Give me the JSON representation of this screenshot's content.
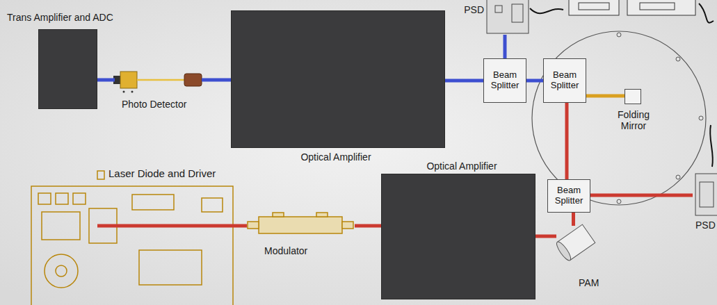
{
  "diagram": {
    "nodes": [
      {
        "text": [
          "PSD"
        ]
      },
      {
        "text": [
          "Trans Amplifier and ADC"
        ]
      },
      {
        "text": [
          "Photo Detector"
        ]
      },
      {
        "text": [
          "Optical Amplifier"
        ]
      },
      {
        "text": [
          "Beam Splitter"
        ]
      },
      {
        "text": [
          "Beam Splitter"
        ]
      },
      {
        "text": [
          "Folding Mirror"
        ]
      },
      {
        "text": [
          "Laser Diode and Driver"
        ]
      },
      {
        "text": [
          "Optical Amplifier"
        ]
      },
      {
        "text": [
          "Beam Splitter"
        ]
      },
      {
        "text": [
          "PSD"
        ]
      },
      {
        "text": [
          "Modulator"
        ]
      },
      {
        "text": [
          "PAM"
        ]
      }
    ],
    "edges": [
      {
        "from": 7,
        "to": 11,
        "arrow": "none"
      },
      {
        "from": 11,
        "to": 8,
        "arrow": "none"
      },
      {
        "from": 8,
        "to": 12,
        "arrow": "none"
      },
      {
        "from": 12,
        "to": 9,
        "arrow": "none"
      },
      {
        "from": 9,
        "to": 10,
        "arrow": "none"
      },
      {
        "from": 9,
        "to": 5,
        "arrow": "none"
      },
      {
        "from": 5,
        "to": 6,
        "arrow": "none"
      },
      {
        "from": 5,
        "to": 4,
        "arrow": "none"
      },
      {
        "from": 4,
        "to": 0,
        "arrow": "none"
      },
      {
        "from": 4,
        "to": 3,
        "arrow": "none"
      },
      {
        "from": 3,
        "to": 2,
        "arrow": "none"
      },
      {
        "from": 2,
        "to": 1,
        "arrow": "none"
      }
    ]
  }
}
